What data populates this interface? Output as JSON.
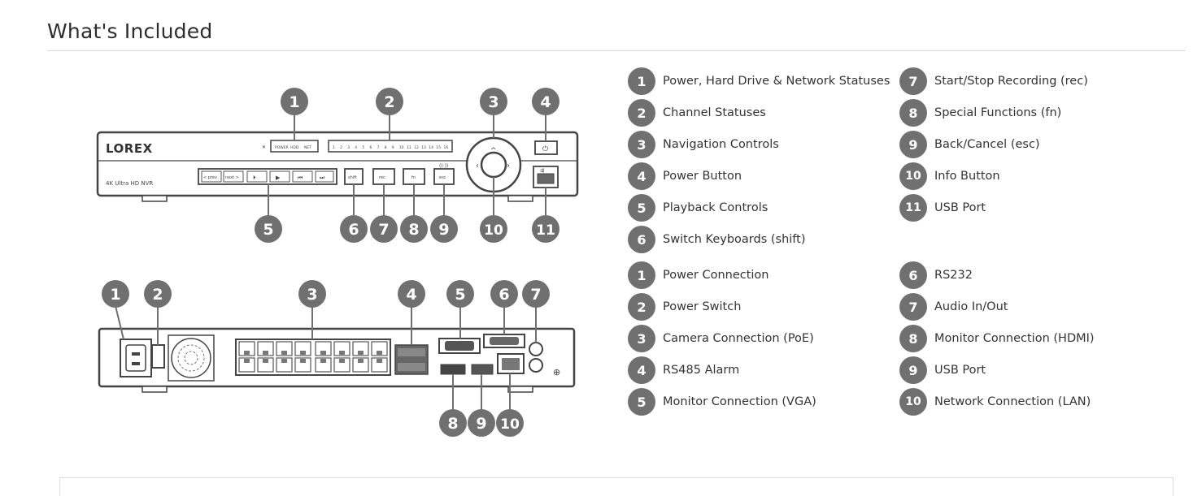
{
  "section": {
    "title": "What's Included"
  },
  "front_panel": {
    "brand": "LOREX",
    "model": "4K Ultra HD NVR",
    "status_labels": [
      "POWER",
      "HDD",
      "NET"
    ],
    "channels": [
      "1",
      "2",
      "3",
      "4",
      "5",
      "6",
      "7",
      "8",
      "9",
      "10",
      "11",
      "12",
      "13",
      "14",
      "15",
      "16"
    ],
    "button_labels": {
      "prev": "< prev",
      "next": "next >",
      "shift": "shift",
      "rec": "rec",
      "fn": "fn",
      "esc": "esc"
    },
    "callouts": [
      "1",
      "2",
      "3",
      "4",
      "5",
      "6",
      "7",
      "8",
      "9",
      "10",
      "11"
    ]
  },
  "rear_panel": {
    "callouts": [
      "1",
      "2",
      "3",
      "4",
      "5",
      "6",
      "7",
      "8",
      "9",
      "10"
    ]
  },
  "legend_front": [
    {
      "num": "1",
      "text": "Power, Hard Drive & Network Statuses"
    },
    {
      "num": "2",
      "text": "Channel Statuses"
    },
    {
      "num": "3",
      "text": "Navigation Controls"
    },
    {
      "num": "4",
      "text": "Power Button"
    },
    {
      "num": "5",
      "text": "Playback Controls"
    },
    {
      "num": "6",
      "text": "Switch Keyboards (shift)"
    },
    {
      "num": "7",
      "text": "Start/Stop Recording (rec)"
    },
    {
      "num": "8",
      "text": "Special Functions (fn)"
    },
    {
      "num": "9",
      "text": "Back/Cancel (esc)"
    },
    {
      "num": "10",
      "text": "Info Button"
    },
    {
      "num": "11",
      "text": "USB Port"
    }
  ],
  "legend_rear": [
    {
      "num": "1",
      "text": "Power Connection"
    },
    {
      "num": "2",
      "text": "Power Switch"
    },
    {
      "num": "3",
      "text": "Camera Connection (PoE)"
    },
    {
      "num": "4",
      "text": "RS485 Alarm"
    },
    {
      "num": "5",
      "text": "Monitor Connection (VGA)"
    },
    {
      "num": "6",
      "text": "RS232"
    },
    {
      "num": "7",
      "text": "Audio In/Out"
    },
    {
      "num": "8",
      "text": "Monitor Connection (HDMI)"
    },
    {
      "num": "9",
      "text": "USB Port"
    },
    {
      "num": "10",
      "text": "Network Connection (LAN)"
    }
  ]
}
